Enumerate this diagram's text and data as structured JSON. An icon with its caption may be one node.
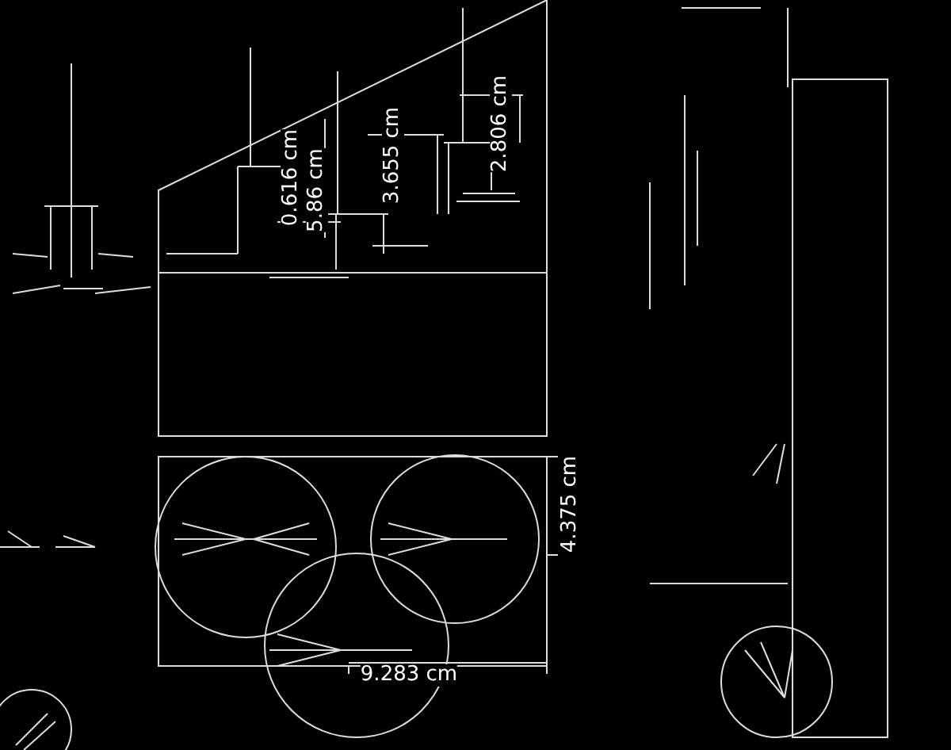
{
  "diagram": {
    "labels": [
      "0.616 cm",
      "5.86 cm",
      "3.655 cm",
      "2.806 cm",
      "4.375 cm",
      "9.283 cm"
    ]
  }
}
